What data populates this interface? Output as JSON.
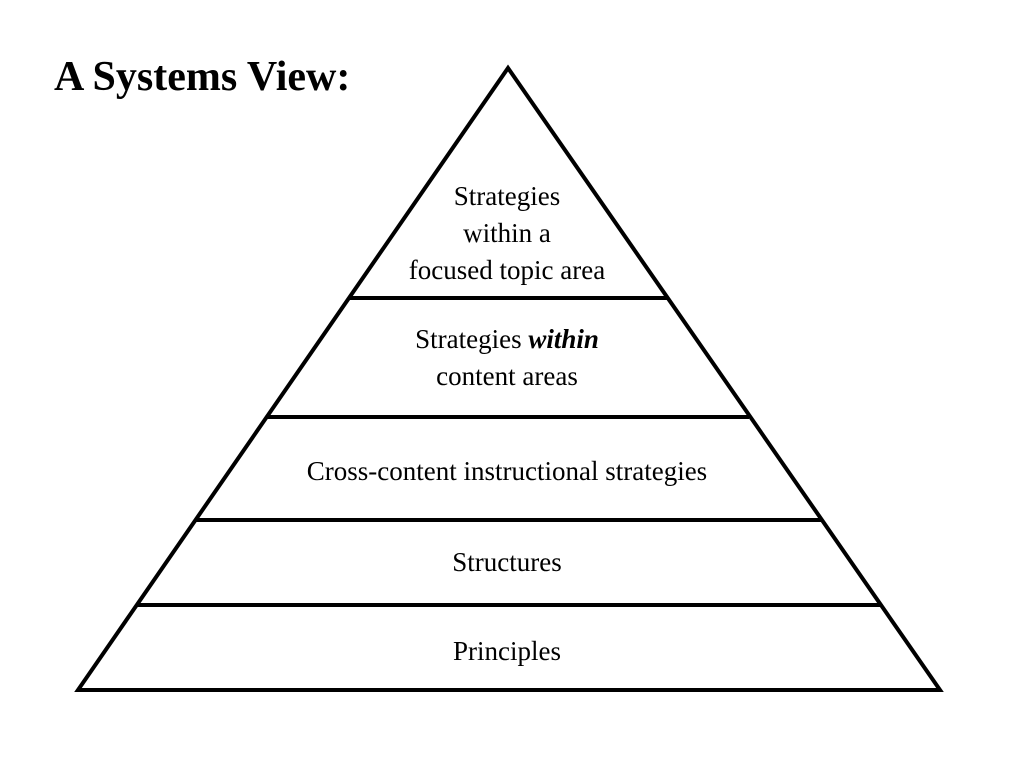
{
  "title": "A Systems View:",
  "pyramid": {
    "tiers": [
      {
        "lines": [
          "Strategies",
          "within a",
          "focused topic area"
        ]
      },
      {
        "line1_prefix": "Strategies ",
        "line1_emphasis": "within",
        "line2": "content areas"
      },
      {
        "text": "Cross-content instructional strategies"
      },
      {
        "text": "Structures"
      },
      {
        "text": "Principles"
      }
    ]
  }
}
